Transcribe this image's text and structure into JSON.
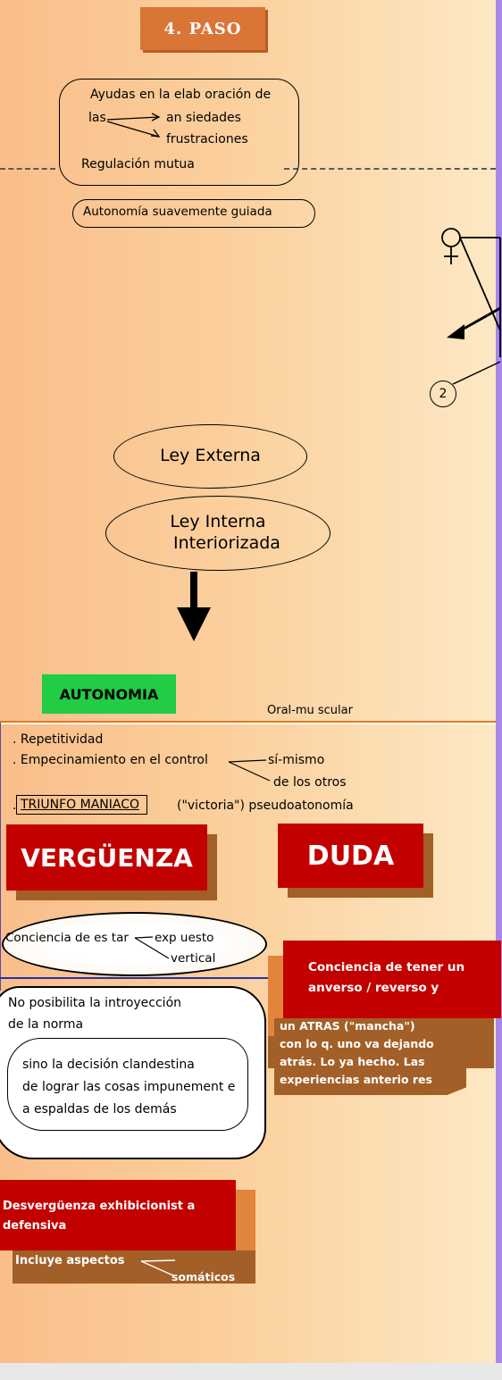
{
  "paso": {
    "title": "4. PASO"
  },
  "bubble1": {
    "line1": "Ayudas en la elab oración de",
    "line2": "las",
    "line3": "an siedades",
    "line4": "frustraciones",
    "line5": "Regulación mutua"
  },
  "bubble2": {
    "text": "Autonomía suavemente guiada"
  },
  "symbol": {
    "marker": "2"
  },
  "ley": {
    "externa": "Ley Externa",
    "interna_1": "Ley Interna",
    "interna_2": "Interiorizada"
  },
  "autonomia": {
    "label": "AUTONOMIA",
    "side": "Oral-mu scular"
  },
  "section": {
    "rep": ". Repetitividad",
    "emp": ". Empecinamiento en el control",
    "si_mismo": "sí-mismo",
    "otros": "de los otros",
    "dot": ".",
    "triunfo": "TRIUNFO MANIACO",
    "victoria": "(\"victoria\") pseudoatonomía"
  },
  "verguenza": {
    "label": "VERGÜENZA"
  },
  "duda": {
    "label": "DUDA"
  },
  "conciencia": {
    "line1": "Conciencia de es tar",
    "expuesto": "exp uesto",
    "vertical": "vertical"
  },
  "norma": {
    "line1": "No posibilita la   introyección",
    "line2": "de la norma"
  },
  "sino": {
    "line1": "sino la decisión clandestina",
    "line2": "de lograr las cosas impunement e",
    "line3": "a espaldas de los demás"
  },
  "tener": {
    "line1": "Conciencia de tener un",
    "line2": "anverso / reverso     y"
  },
  "atras": {
    "line1": "un  ATRAS  (\"mancha\")",
    "line2": "con lo q. uno va dejando",
    "line3": "atrás. Lo ya hecho. Las",
    "line4": "experiencias anterio res"
  },
  "desv": {
    "line1": "Desvergüenza exhibicionist a",
    "line2": "defensiva",
    "incl": "Incluye aspectos",
    "som": "somáticos"
  }
}
